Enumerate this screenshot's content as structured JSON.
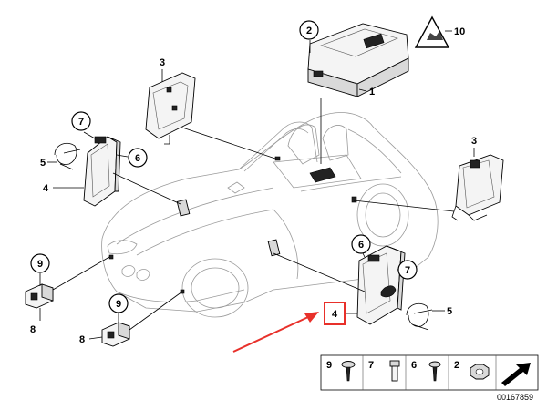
{
  "callouts": {
    "c1": "1",
    "c2": "2",
    "c3_left": "3",
    "c3_right": "3",
    "c4_left": "4",
    "c4_right": "4",
    "c5_left": "5",
    "c5_right": "5",
    "c6_left": "6",
    "c6_right": "6",
    "c7_left": "7",
    "c7_right": "7",
    "c8_top": "8",
    "c8_bottom": "8",
    "c9_top": "9",
    "c9_bottom": "9",
    "c10": "10"
  },
  "legend": {
    "items": [
      {
        "number": "9"
      },
      {
        "number": "7"
      },
      {
        "number": "6"
      },
      {
        "number": "2"
      }
    ]
  },
  "diagram_id": "00167859",
  "colors": {
    "highlight_box": "#e8302a",
    "arrow": "#e8302a",
    "car_outline": "#9a9a9a"
  }
}
